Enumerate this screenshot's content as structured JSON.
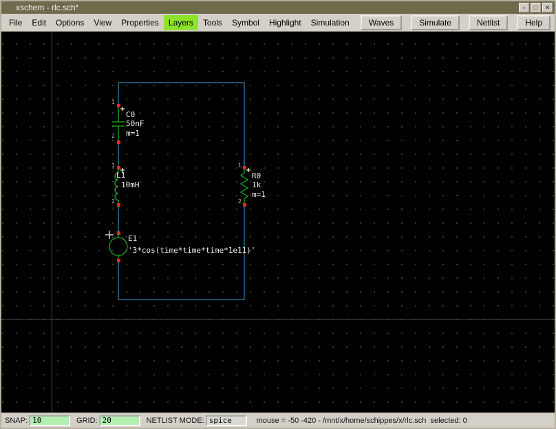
{
  "window": {
    "title": "xschem - rlc.sch*",
    "controls": {
      "minimize": "▫",
      "maximize": "□",
      "close": "✕"
    }
  },
  "menu": {
    "items": [
      "File",
      "Edit",
      "Options",
      "View",
      "Properties",
      "Layers",
      "Tools",
      "Symbol",
      "Highlight",
      "Simulation"
    ],
    "active_item": "Layers",
    "buttons": [
      "Waves",
      "Simulate",
      "Netlist",
      "Help"
    ]
  },
  "canvas": {
    "components": [
      {
        "ref": "C0",
        "value": "50nF",
        "param": "m=1"
      },
      {
        "ref": "L1",
        "value": "10mH",
        "param": ""
      },
      {
        "ref": "E1",
        "value": "'3*cos(time*time*time*1e11)'",
        "param": ""
      },
      {
        "ref": "R0",
        "value": "1k",
        "param": "m=1"
      }
    ],
    "pin_top": "1",
    "pin_bottom": "2"
  },
  "statusbar": {
    "snap_label": "SNAP:",
    "snap_value": "10",
    "grid_label": "GRID:",
    "grid_value": "20",
    "netlist_label": "NETLIST MODE:",
    "netlist_value": "spice",
    "status_text": "mouse = -50 -420 - /mnt/x/home/schippes/x/rlc.sch  selected: 0"
  },
  "colors": {
    "wire": "#38a8dd",
    "component": "#22dc22",
    "pin": "#ff2020",
    "label": "#f0f0f0",
    "menu_highlight": "#8ee32b",
    "input_green": "#b2f0b2",
    "titlebar": "#6e6a4c"
  }
}
